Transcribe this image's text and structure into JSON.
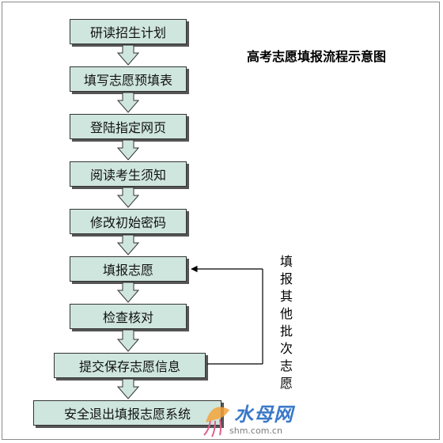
{
  "title": "高考志愿填报流程示意图",
  "steps": [
    "研读招生计划",
    "填写志愿预填表",
    "登陆指定网页",
    "阅读考生须知",
    "修改初始密码",
    "填报志愿",
    "检查核对",
    "提交保存志愿信息",
    "安全退出填报志愿系统"
  ],
  "loop_label": [
    "填",
    "报",
    "其",
    "他",
    "批",
    "次",
    "志",
    "愿"
  ],
  "watermark": {
    "brand": "水母网",
    "url": "shm.com.cn"
  },
  "colors": {
    "box_fill": "#cfe6de",
    "arrow_fill": "#cfe6de",
    "watermark": "#3b79c9"
  }
}
